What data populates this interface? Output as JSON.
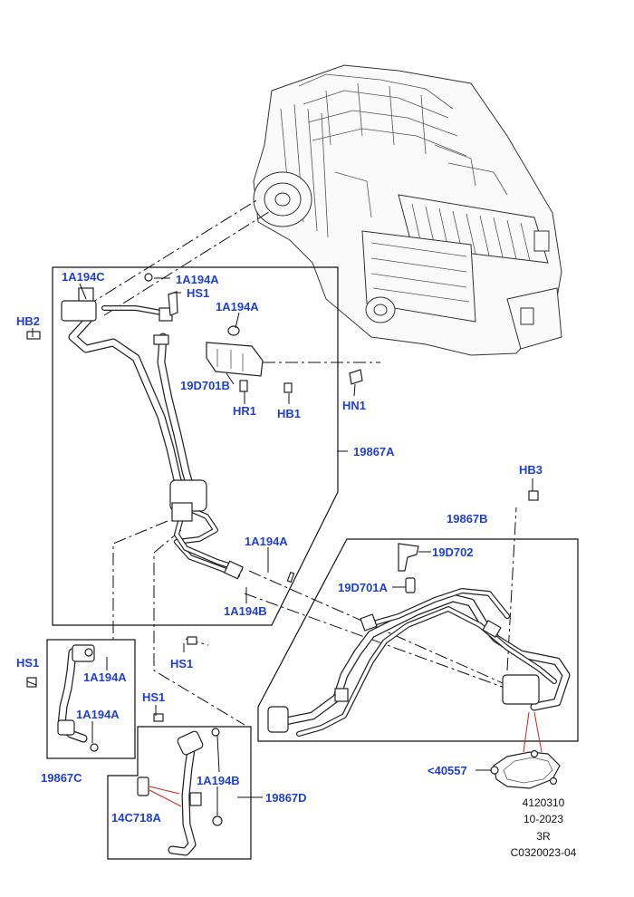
{
  "callouts": {
    "1A194C": "1A194C",
    "1A194A_top": "1A194A",
    "HS1_top": "HS1",
    "HB2": "HB2",
    "1A194A_mid": "1A194A",
    "19D701B": "19D701B",
    "HR1": "HR1",
    "HB1": "HB1",
    "HN1": "HN1",
    "19867A": "19867A",
    "HB3": "HB3",
    "19867B": "19867B",
    "19D702": "19D702",
    "1A194A_pipe": "1A194A",
    "19D701A": "19D701A",
    "1A194B_pipe": "1A194B",
    "HS1_mid": "HS1",
    "HS1_left": "HS1",
    "1A194A_c1": "1A194A",
    "1A194A_c2": "1A194A",
    "19867C": "19867C",
    "HS1_d": "HS1",
    "1A194B_d": "1A194B",
    "14C718A": "14C718A",
    "19867D": "19867D",
    "40557": "<40557"
  },
  "meta": {
    "ref": "4120310",
    "date": "10-2023",
    "rev": "3R",
    "code": "C0320023-04"
  },
  "colors": {
    "callout": "#1f3fd0",
    "line": "#111111",
    "accent_leader": "#d42020"
  }
}
